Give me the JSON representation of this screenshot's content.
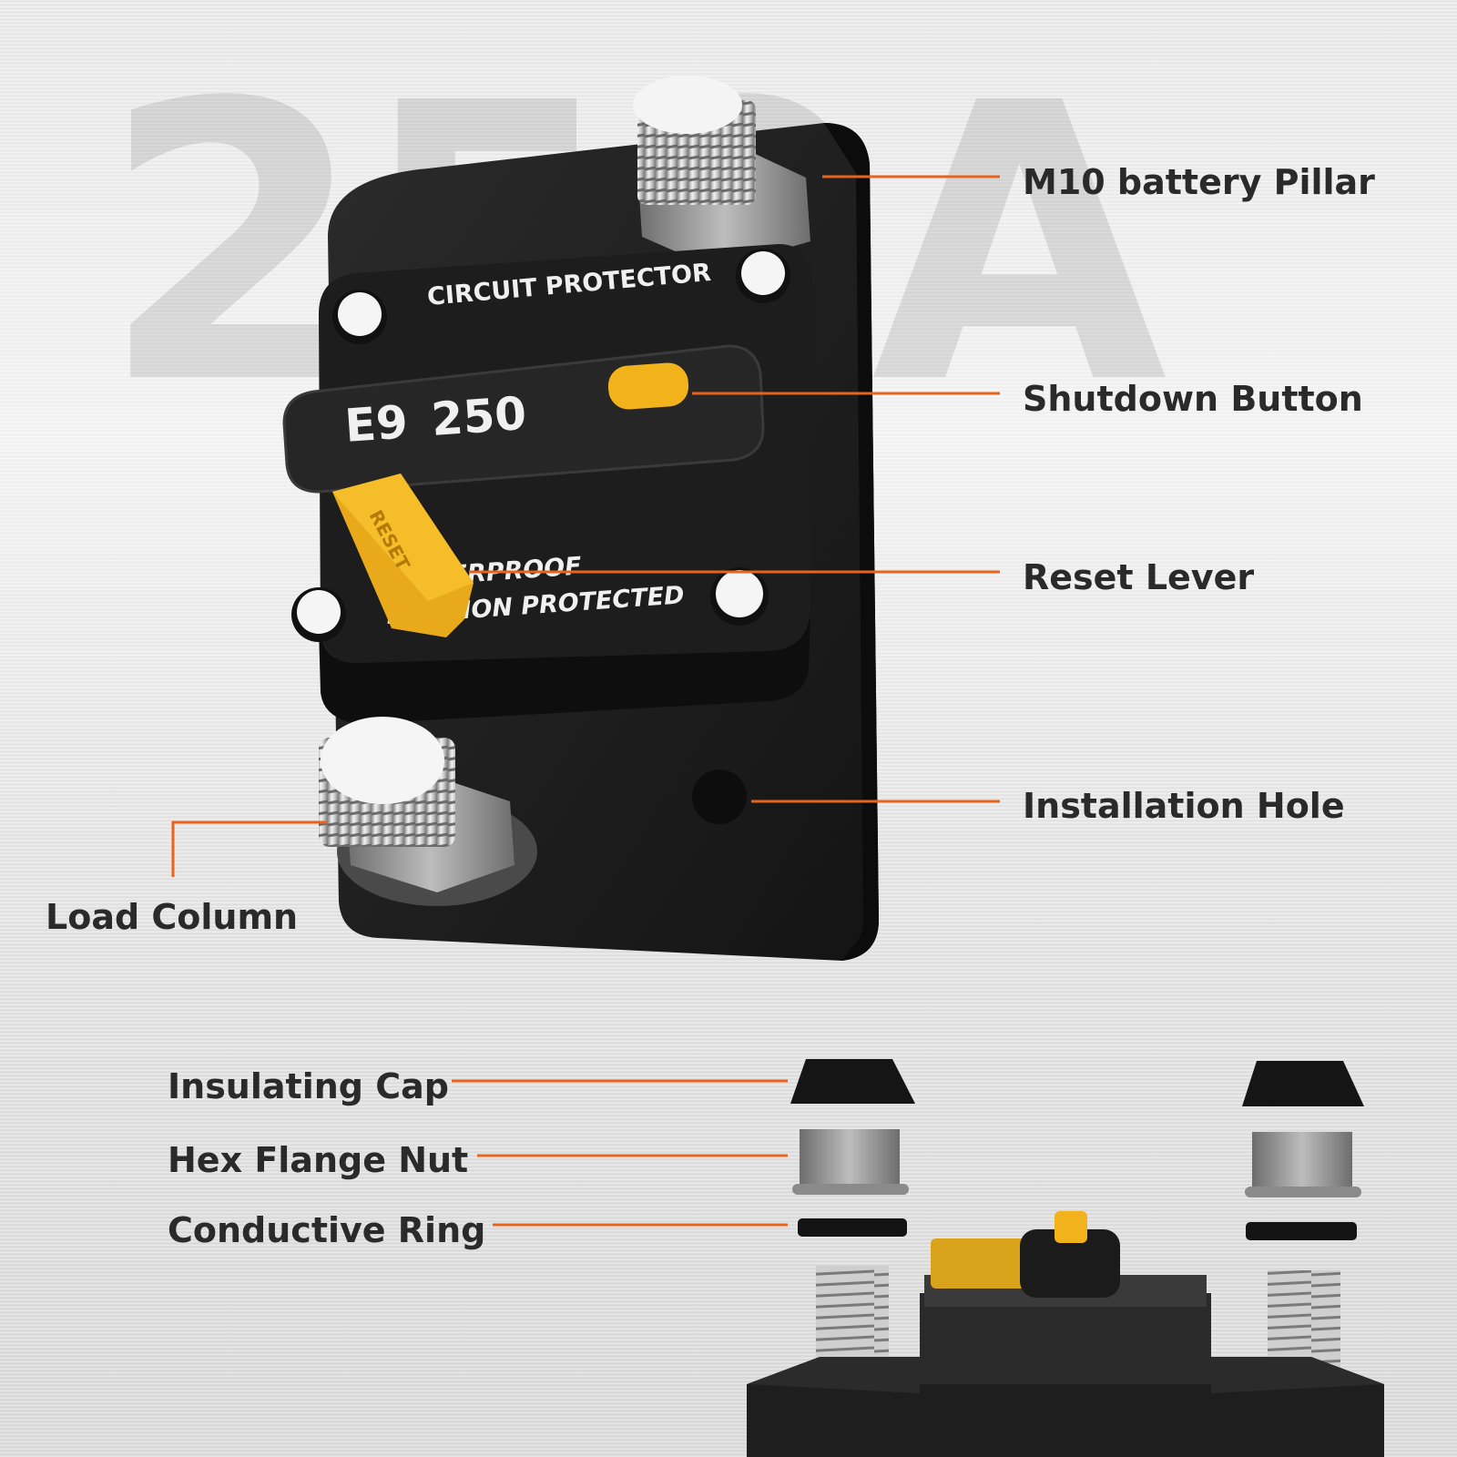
{
  "background_rating": "250A",
  "device": {
    "header_text": "CIRCUIT PROTECTOR",
    "model": "E9",
    "rating": "250",
    "lever_text": "RESET",
    "footer_line1": "WATERPROOF",
    "footer_line2": "IGNITION PROTECTED"
  },
  "callouts": {
    "m10_pillar": "M10 battery Pillar",
    "shutdown_button": "Shutdown Button",
    "reset_lever": "Reset Lever",
    "installation_hole": "Installation Hole",
    "load_column": "Load Column",
    "insulating_cap": "Insulating Cap",
    "hex_flange_nut": "Hex Flange Nut",
    "conductive_ring": "Conductive Ring"
  },
  "colors": {
    "accent_line": "#e8641e",
    "button_yellow": "#f2b21c",
    "body_black": "#1e1e1e"
  }
}
